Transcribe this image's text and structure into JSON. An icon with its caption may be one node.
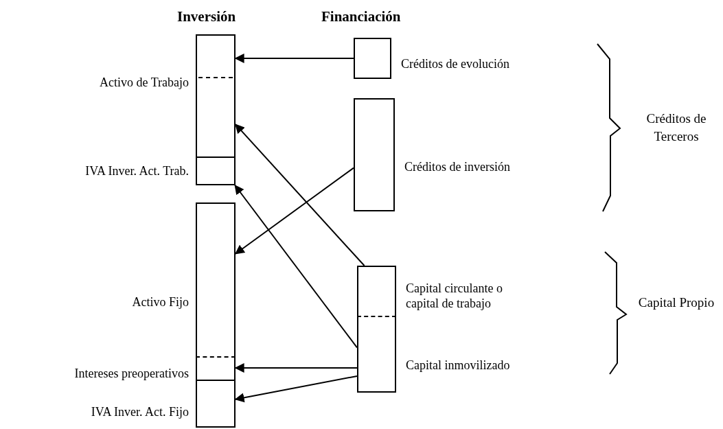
{
  "diagram": {
    "nodes": [
      {
        "text": [
          "Activo de Trabajo"
        ]
      },
      {
        "text": [
          "Créditos de evolución"
        ]
      },
      {
        "text": [
          "IVA Inver. Act. Trab."
        ]
      },
      {
        "text": [
          "Créditos de inversión"
        ]
      },
      {
        "text": [
          "Activo Fijo"
        ]
      },
      {
        "text": [
          "Capital circulante o capital de trabajo"
        ]
      },
      {
        "text": [
          "Intereses preoperativos"
        ]
      },
      {
        "text": [
          "Capital inmovilizado"
        ]
      },
      {
        "text": [
          "IVA Inver. Act. Fijo"
        ]
      }
    ],
    "edges": [
      {
        "from": 1,
        "to": 0,
        "arrow": "to"
      },
      {
        "from": 5,
        "to": 0,
        "arrow": "to"
      },
      {
        "from": 7,
        "to": 2,
        "arrow": "to"
      },
      {
        "from": 3,
        "to": 4,
        "arrow": "to"
      },
      {
        "from": 7,
        "to": 6,
        "arrow": "to"
      },
      {
        "from": 7,
        "to": 8,
        "arrow": "to"
      }
    ],
    "labels": [
      "Inversión",
      "Financiación",
      "Créditos de Terceros",
      "Capital Propio"
    ]
  }
}
